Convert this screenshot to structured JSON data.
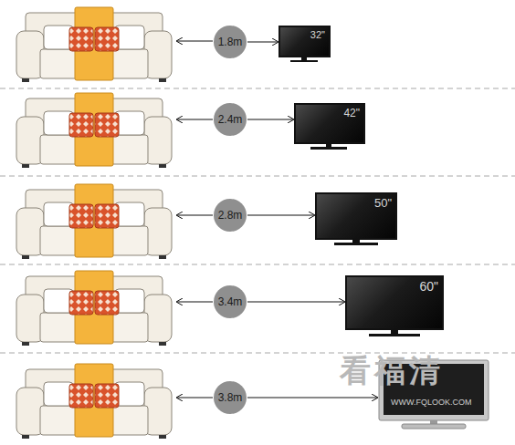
{
  "diagram": {
    "nodes": [
      {
        "text": [
          "1.8m"
        ]
      },
      {
        "text": [
          "32\""
        ]
      },
      {
        "text": [
          "2.4m"
        ]
      },
      {
        "text": [
          "42\""
        ]
      },
      {
        "text": [
          "2.8m"
        ]
      },
      {
        "text": [
          "50\""
        ]
      },
      {
        "text": [
          "3.4m"
        ]
      },
      {
        "text": [
          "60\""
        ]
      },
      {
        "text": [
          "3.8m"
        ]
      }
    ],
    "edges": [
      {
        "from": 0,
        "to": 1,
        "arrow": "to"
      },
      {
        "from": 2,
        "to": 3,
        "arrow": "to"
      },
      {
        "from": 4,
        "to": 5,
        "arrow": "to"
      },
      {
        "from": 6,
        "to": 7,
        "arrow": "to"
      }
    ],
    "labels": [
      "看福清",
      "WWW.FQLOOK.COM"
    ]
  }
}
